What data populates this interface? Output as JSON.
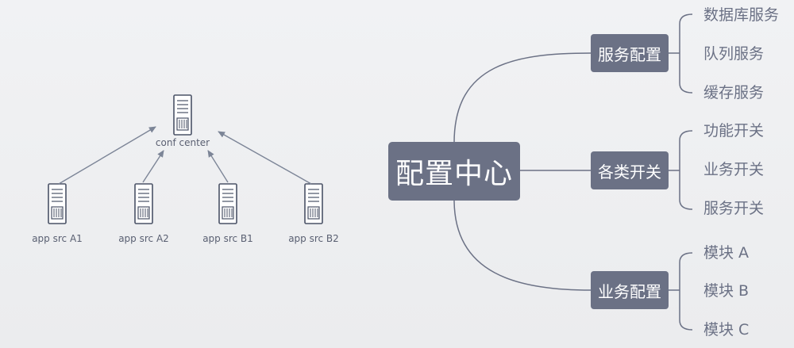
{
  "left_diagram": {
    "center_label": "conf center",
    "sources": [
      {
        "label": "app src A1"
      },
      {
        "label": "app src A2"
      },
      {
        "label": "app src B1"
      },
      {
        "label": "app src B2"
      }
    ]
  },
  "mindmap": {
    "root": "配置中心",
    "branches": [
      {
        "label": "服务配置",
        "children": [
          "数据库服务",
          "队列服务",
          "缓存服务"
        ]
      },
      {
        "label": "各类开关",
        "children": [
          "功能开关",
          "业务开关",
          "服务开关"
        ]
      },
      {
        "label": "业务配置",
        "children": [
          "模块 A",
          "模块 B",
          "模块 C"
        ]
      }
    ]
  },
  "colors": {
    "node_fill": "#6b7185",
    "line": "#6b7185",
    "arrow": "#7c8597"
  }
}
